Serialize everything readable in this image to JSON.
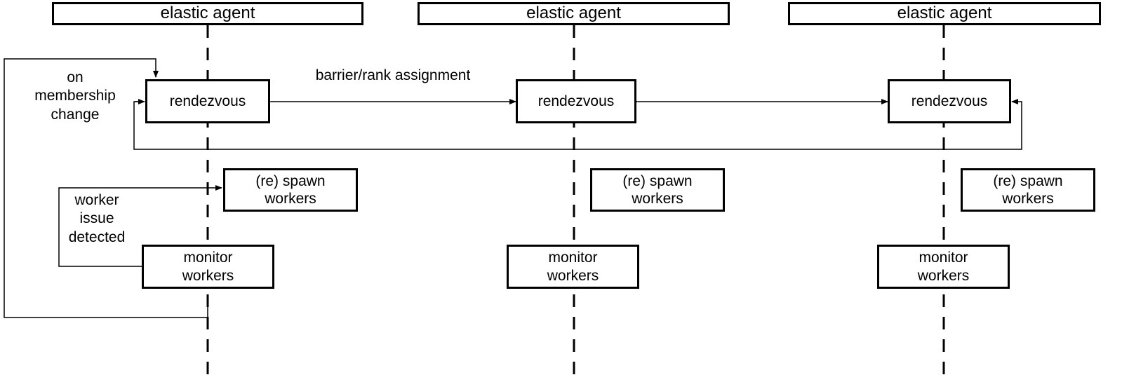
{
  "agents": [
    {
      "title": "elastic agent",
      "rendezvous": "rendezvous",
      "spawn": "(re) spawn\nworkers",
      "monitor": "monitor\nworkers"
    },
    {
      "title": "elastic agent",
      "rendezvous": "rendezvous",
      "spawn": "(re) spawn\nworkers",
      "monitor": "monitor\nworkers"
    },
    {
      "title": "elastic agent",
      "rendezvous": "rendezvous",
      "spawn": "(re) spawn\nworkers",
      "monitor": "monitor\nworkers"
    }
  ],
  "labels": {
    "barrier": "barrier/rank assignment",
    "membership": "on\nmembership\nchange",
    "worker_issue": "worker\nissue\ndetected"
  }
}
